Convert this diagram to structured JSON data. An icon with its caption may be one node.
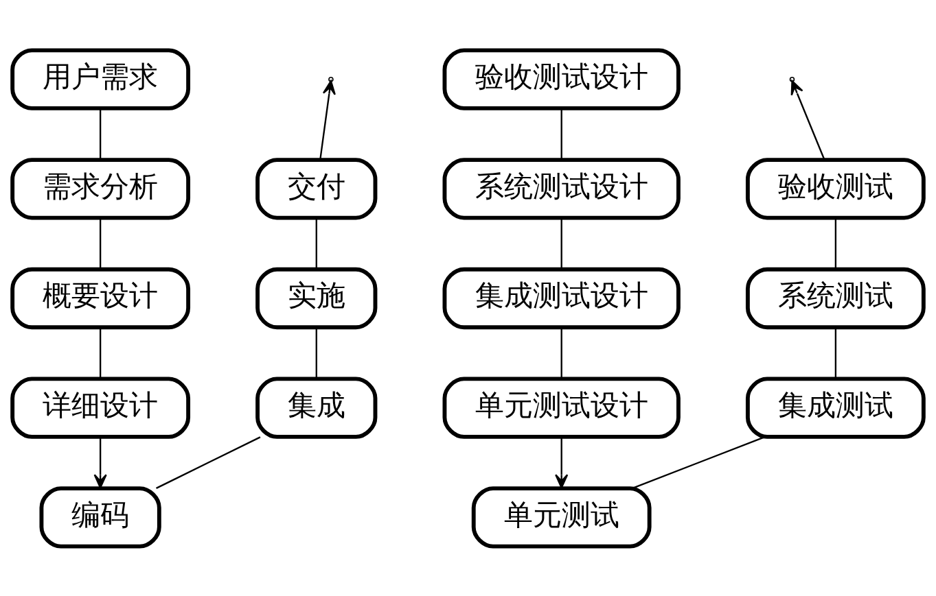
{
  "diagram": {
    "nodes": [
      {
        "text": [
          "用户需求"
        ]
      },
      {
        "text": [
          "验收测试设计"
        ]
      },
      {
        "text": [
          "需求分析"
        ]
      },
      {
        "text": [
          "系统测试设计"
        ]
      },
      {
        "text": [
          "交付"
        ]
      },
      {
        "text": [
          "验收测试"
        ]
      },
      {
        "text": [
          "实施"
        ]
      },
      {
        "text": [
          "系统测试"
        ]
      },
      {
        "text": [
          "概要设计"
        ]
      },
      {
        "text": [
          "集成测试设计"
        ]
      },
      {
        "text": [
          "集成"
        ]
      },
      {
        "text": [
          "集成测试"
        ]
      },
      {
        "text": [
          "详细设计"
        ]
      },
      {
        "text": [
          "单元测试设计"
        ]
      },
      {
        "text": [
          "编码"
        ]
      },
      {
        "text": [
          "单元测试"
        ]
      }
    ],
    "edges": [
      {
        "from": 0,
        "to": 2,
        "arrow": "none"
      },
      {
        "from": 2,
        "to": 8,
        "arrow": "none"
      },
      {
        "from": 8,
        "to": 12,
        "arrow": "none"
      },
      {
        "from": 12,
        "to": 14,
        "arrow": "to"
      },
      {
        "from": 14,
        "to": 10,
        "arrow": "none"
      },
      {
        "from": 10,
        "to": 6,
        "arrow": "none"
      },
      {
        "from": 6,
        "to": 4,
        "arrow": "none"
      },
      {
        "from": 4,
        "to": null,
        "arrow": "to"
      },
      {
        "from": 1,
        "to": 3,
        "arrow": "none"
      },
      {
        "from": 3,
        "to": 9,
        "arrow": "none"
      },
      {
        "from": 9,
        "to": 13,
        "arrow": "none"
      },
      {
        "from": 13,
        "to": 15,
        "arrow": "to"
      },
      {
        "from": 15,
        "to": 11,
        "arrow": "none"
      },
      {
        "from": 11,
        "to": 7,
        "arrow": "none"
      },
      {
        "from": 7,
        "to": 5,
        "arrow": "none"
      },
      {
        "from": 5,
        "to": null,
        "arrow": "to"
      }
    ]
  }
}
